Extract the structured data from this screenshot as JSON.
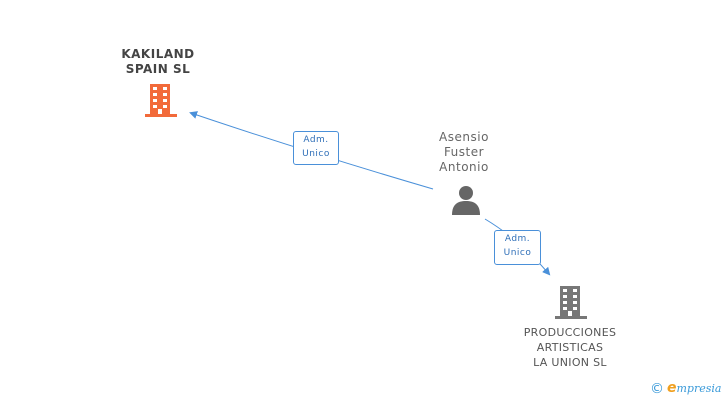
{
  "nodes": {
    "kakiland": {
      "line1": "KAKILAND",
      "line2": "SPAIN SL",
      "icon": "building-icon",
      "color": "#f26a3a"
    },
    "person": {
      "line1": "Asensio",
      "line2": "Fuster",
      "line3": "Antonio",
      "icon": "person-icon",
      "color": "#666666"
    },
    "producciones": {
      "line1": "PRODUCCIONES",
      "line2": "ARTISTICAS",
      "line3": "LA UNION SL",
      "icon": "building-icon",
      "color": "#777777"
    }
  },
  "edges": [
    {
      "from": "person",
      "to": "kakiland",
      "label_line1": "Adm.",
      "label_line2": "Unico"
    },
    {
      "from": "person",
      "to": "producciones",
      "label_line1": "Adm.",
      "label_line2": "Unico"
    }
  ],
  "watermark": {
    "copyright": "©",
    "brand_initial": "e",
    "brand_rest": "mpresia"
  },
  "colors": {
    "edge": "#4a90d9"
  }
}
